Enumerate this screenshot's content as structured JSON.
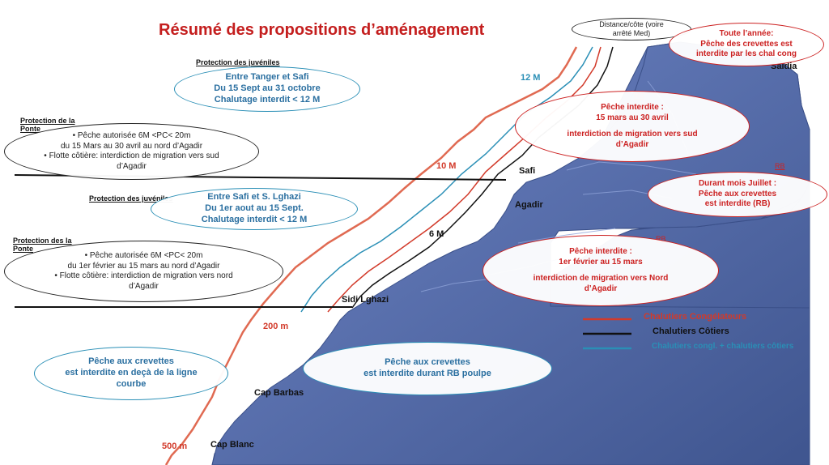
{
  "title": "Résumé des propositions d’aménagement",
  "colors": {
    "title": "#c41e1e",
    "land": "#5b71b3",
    "red_line": "#e06a52",
    "blue_line": "#2a8fb6"
  },
  "sections": {
    "protection_juveniles_1": "Protection des juvéniles",
    "protection_juveniles_2": "Protection des  juvéniles",
    "protection_ponte_1": "Protection de la Ponte",
    "protection_ponte_2": "Protection des la Ponte"
  },
  "places": {
    "saidia": "Saidia",
    "safi": "Safi",
    "agadir": "Agadir",
    "sidi_lghazi": "Sidi Lghazi",
    "cap_barbas": "Cap Barbas",
    "cap_blanc": "Cap Blanc"
  },
  "depths": {
    "m12": "12 M",
    "m10": "10 M",
    "m6": "6 M",
    "m200": "200 m",
    "m500": "500 m"
  },
  "rb_marks": [
    "RB",
    "RB",
    "RB"
  ],
  "bubbles": {
    "distance": {
      "l1": "Distance/côte (voire",
      "l2": "arrêté Med)"
    },
    "tanger_safi": {
      "l1": "Entre Tanger et Safi",
      "l2": "Du 15 Sept au 31 octobre",
      "l3": "Chalutage interdit < 12 M"
    },
    "ponte_1": {
      "l1": "• Pêche autorisée  6M <PC< 20m",
      "l2": "du 15 Mars au 30 avril au nord d’Agadir",
      "l3": "• Flotte côtière: interdiction de migration vers  sud",
      "l4": "d’Agadir"
    },
    "safi_lghazi": {
      "l1": "Entre Safi et S. Lghazi",
      "l2": "Du 1er aout au 15 Sept.",
      "l3": "Chalutage interdit < 12 M"
    },
    "ponte_2": {
      "l1": "• Pêche autorisée  6M <PC< 20m",
      "l2": "du 1er février au 15 mars au nord d’Agadir",
      "l3": "• Flotte côtière: interdiction de migration vers nord",
      "l4": "d’Agadir"
    },
    "crevettes_ligne": {
      "l1": "Pêche aux crevettes",
      "l2": "est interdite  en deçà de la ligne",
      "l3": "courbe"
    },
    "crevettes_rb": {
      "l1": "Pêche aux crevettes",
      "l2": "est interdite durant RB poulpe"
    },
    "toute_annee": {
      "l1": "Toute l’année:",
      "l2": "Pêche des crevettes est",
      "l3": "interdite par les chal cong"
    },
    "interdite_sud": {
      "l1": "Pêche interdite :",
      "l2": "15 mars au 30 avril",
      "l3": "interdiction de migration vers  sud",
      "l4": "d’Agadir"
    },
    "juillet": {
      "l1": "Durant mois Juillet  :",
      "l2": "Pêche aux crevettes",
      "l3": "est interdite  (RB)"
    },
    "interdite_nord": {
      "l1": "Pêche interdite :",
      "l2": "1er février  au 15 mars",
      "l3": "interdiction de migration vers  Nord",
      "l4": "d’Agadir"
    }
  },
  "legend": [
    {
      "label": "Chalutiers  Congélateurs",
      "color": "#d23a2a"
    },
    {
      "label": "Chalutiers Côtiers",
      "color": "#111111"
    },
    {
      "label": "Chalutiers congl. + chalutiers côtiers",
      "color": "#2a8fb6"
    }
  ]
}
